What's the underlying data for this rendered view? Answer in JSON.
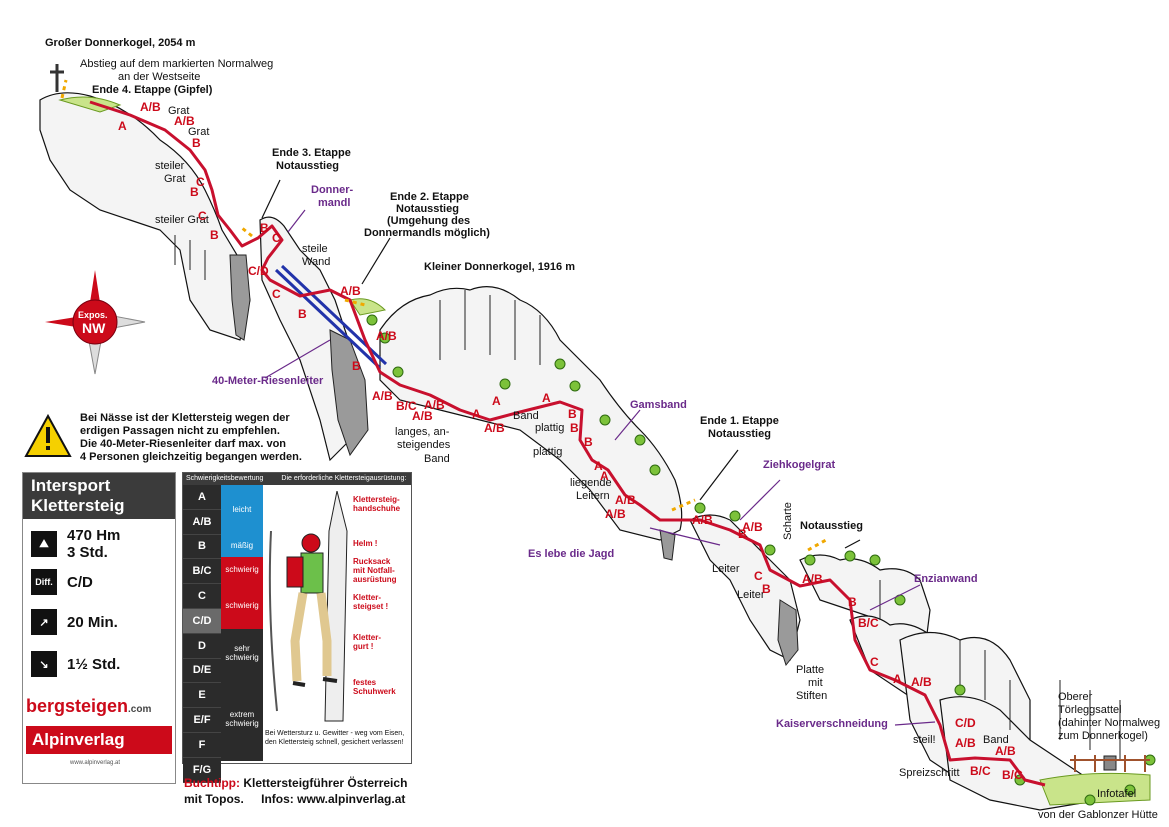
{
  "titles": {
    "gross": "Großer Donnerkogel, 2054 m",
    "klein": "Kleiner Donnerkogel, 1916 m",
    "abstieg_line1": "Abstieg auf dem markierten Normalweg",
    "abstieg_line2": "an der Westseite"
  },
  "stage_labels": {
    "e4": "Ende 4. Etappe (Gipfel)",
    "e3_line1": "Ende 3. Etappe",
    "e3_line2": "Notausstieg",
    "e2_line1": "Ende 2. Etappe",
    "e2_line2": "Notausstieg",
    "e2_line3": "(Umgehung des",
    "e2_line4": "Donnermandls möglich)",
    "e1_line1": "Ende 1. Etappe",
    "e1_line2": "Notausstieg",
    "notausstieg": "Notausstieg"
  },
  "features": {
    "donnermandl_1": "Donner-",
    "donnermandl_2": "mandl",
    "riesenleiter": "40-Meter-Riesenleiter",
    "gamsband": "Gamsband",
    "ziehkogelgrat": "Ziehkogelgrat",
    "es_lebe": "Es lebe die Jagd",
    "enzianwand": "Enzianwand",
    "kaiserverschneidung": "Kaiserverschneidung",
    "oberer_1": "Oberer",
    "oberer_2": "Törleggsattel",
    "oberer_3": "(dahinter Normalweg",
    "oberer_4": "zum Donnerkogel)",
    "infotafel": "Infotafel",
    "gablonzer": "von der Gablonzer Hütte"
  },
  "terrain": {
    "grat1": "Grat",
    "grat2": "Grat",
    "steiler1_a": "steiler",
    "steiler1_b": "Grat",
    "steiler2": "steiler Grat",
    "steile_wand_a": "steile",
    "steile_wand_b": "Wand",
    "langes_a": "langes, an-",
    "langes_b": "steigendes",
    "langes_c": "Band",
    "band1": "Band",
    "plattig1": "plattig",
    "plattig2": "plattig",
    "liegende_a": "liegende",
    "liegende_b": "Leitern",
    "leiter1": "Leiter",
    "leiter2": "Leiter",
    "scharte": "Scharte",
    "platte_a": "Platte",
    "platte_b": "mit",
    "platte_c": "Stiften",
    "steil": "steil!",
    "band2": "Band",
    "spreizschritt": "Spreizschritt"
  },
  "compass": {
    "expos": "Expos.",
    "dir": "NW"
  },
  "warning": {
    "line1": "Bei Nässe ist der Klettersteig wegen der",
    "line2": "erdigen Passagen nicht zu empfehlen.",
    "line3": "Die 40-Meter-Riesenleiter darf max. von",
    "line4": "4 Personen gleichzeitig begangen werden."
  },
  "infobox": {
    "title_1": "Intersport",
    "title_2": "Klettersteig",
    "hm": "470 Hm",
    "std": "3 Std.",
    "diff_label": "Diff.",
    "diff": "C/D",
    "zustieg": "20 Min.",
    "abstieg": "1½ Std.",
    "logo_bergsteigen": "bergsteigen",
    "logo_com": ".com",
    "logo_alpinverlag": "Alpinverlag",
    "logo_url": "www.alpinverlag.at"
  },
  "gradetable": {
    "head1": "Schwierigkeitsbewertung",
    "head2": "Die erforderliche Klettersteigausrüstung:",
    "grades": [
      "A",
      "A/B",
      "B",
      "B/C",
      "C",
      "C/D",
      "D",
      "D/E",
      "E",
      "E/F",
      "F",
      "F/G"
    ],
    "bands": {
      "leicht": "leicht",
      "maessig": "mäßig",
      "schwierig1": "schwierig",
      "schwierig2": "schwierig",
      "sehr_1": "sehr",
      "sehr_2": "schwierig",
      "extrem_1": "extrem",
      "extrem_2": "schwierig"
    },
    "equipment": {
      "handschuhe_1": "Klettersteig-",
      "handschuhe_2": "handschuhe",
      "helm": "Helm !",
      "rucksack_1": "Rucksack",
      "rucksack_2": "mit Notfall-",
      "rucksack_3": "ausrüstung",
      "set_1": "Kletter-",
      "set_2": "steigset !",
      "gurt_1": "Kletter-",
      "gurt_2": "gurt !",
      "schuh_1": "festes",
      "schuh_2": "Schuhwerk"
    },
    "note_1": "Bei Wettersturz u. Gewitter - weg vom Eisen,",
    "note_2": "den Klettersteig schnell, gesichert verlassen!"
  },
  "buchtipp": {
    "label": "Buchtipp:",
    "text": "Klettersteigführer Österreich",
    "mit": "mit",
    "topos": "Topos.",
    "infos": "Infos: www.alpinverlag.at"
  },
  "grades_on_route": [
    {
      "t": "A/B"
    },
    {
      "t": "A"
    },
    {
      "t": "A/B"
    },
    {
      "t": "B"
    },
    {
      "t": "C"
    },
    {
      "t": "B"
    },
    {
      "t": "C"
    },
    {
      "t": "B"
    },
    {
      "t": "B"
    },
    {
      "t": "C"
    },
    {
      "t": "C/D"
    },
    {
      "t": "C"
    },
    {
      "t": "B"
    },
    {
      "t": "A/B"
    },
    {
      "t": "A/B"
    },
    {
      "t": "B"
    },
    {
      "t": "A/B"
    },
    {
      "t": "B/C"
    },
    {
      "t": "A/B"
    },
    {
      "t": "A/B"
    },
    {
      "t": "A"
    },
    {
      "t": "A"
    },
    {
      "t": "A/B"
    },
    {
      "t": "A"
    },
    {
      "t": "B"
    },
    {
      "t": "B"
    },
    {
      "t": "A"
    },
    {
      "t": "A"
    },
    {
      "t": "B"
    },
    {
      "t": "A/B"
    },
    {
      "t": "A/B"
    },
    {
      "t": "A/B"
    },
    {
      "t": "C"
    },
    {
      "t": "B"
    },
    {
      "t": "B"
    },
    {
      "t": "A/B"
    },
    {
      "t": "A/B"
    },
    {
      "t": "B"
    },
    {
      "t": "B/C"
    },
    {
      "t": "C"
    },
    {
      "t": "A"
    },
    {
      "t": "A/B"
    },
    {
      "t": "C/D"
    },
    {
      "t": "A/B"
    },
    {
      "t": "A/B"
    },
    {
      "t": "B/C"
    },
    {
      "t": "B/C"
    }
  ],
  "colors": {
    "route": "#c8102e",
    "purple": "#6a2a8a",
    "rock": "#f2f2f2",
    "dark": "#2b2b2b",
    "blue": "#1e90d0",
    "red": "#cc0a1a"
  }
}
